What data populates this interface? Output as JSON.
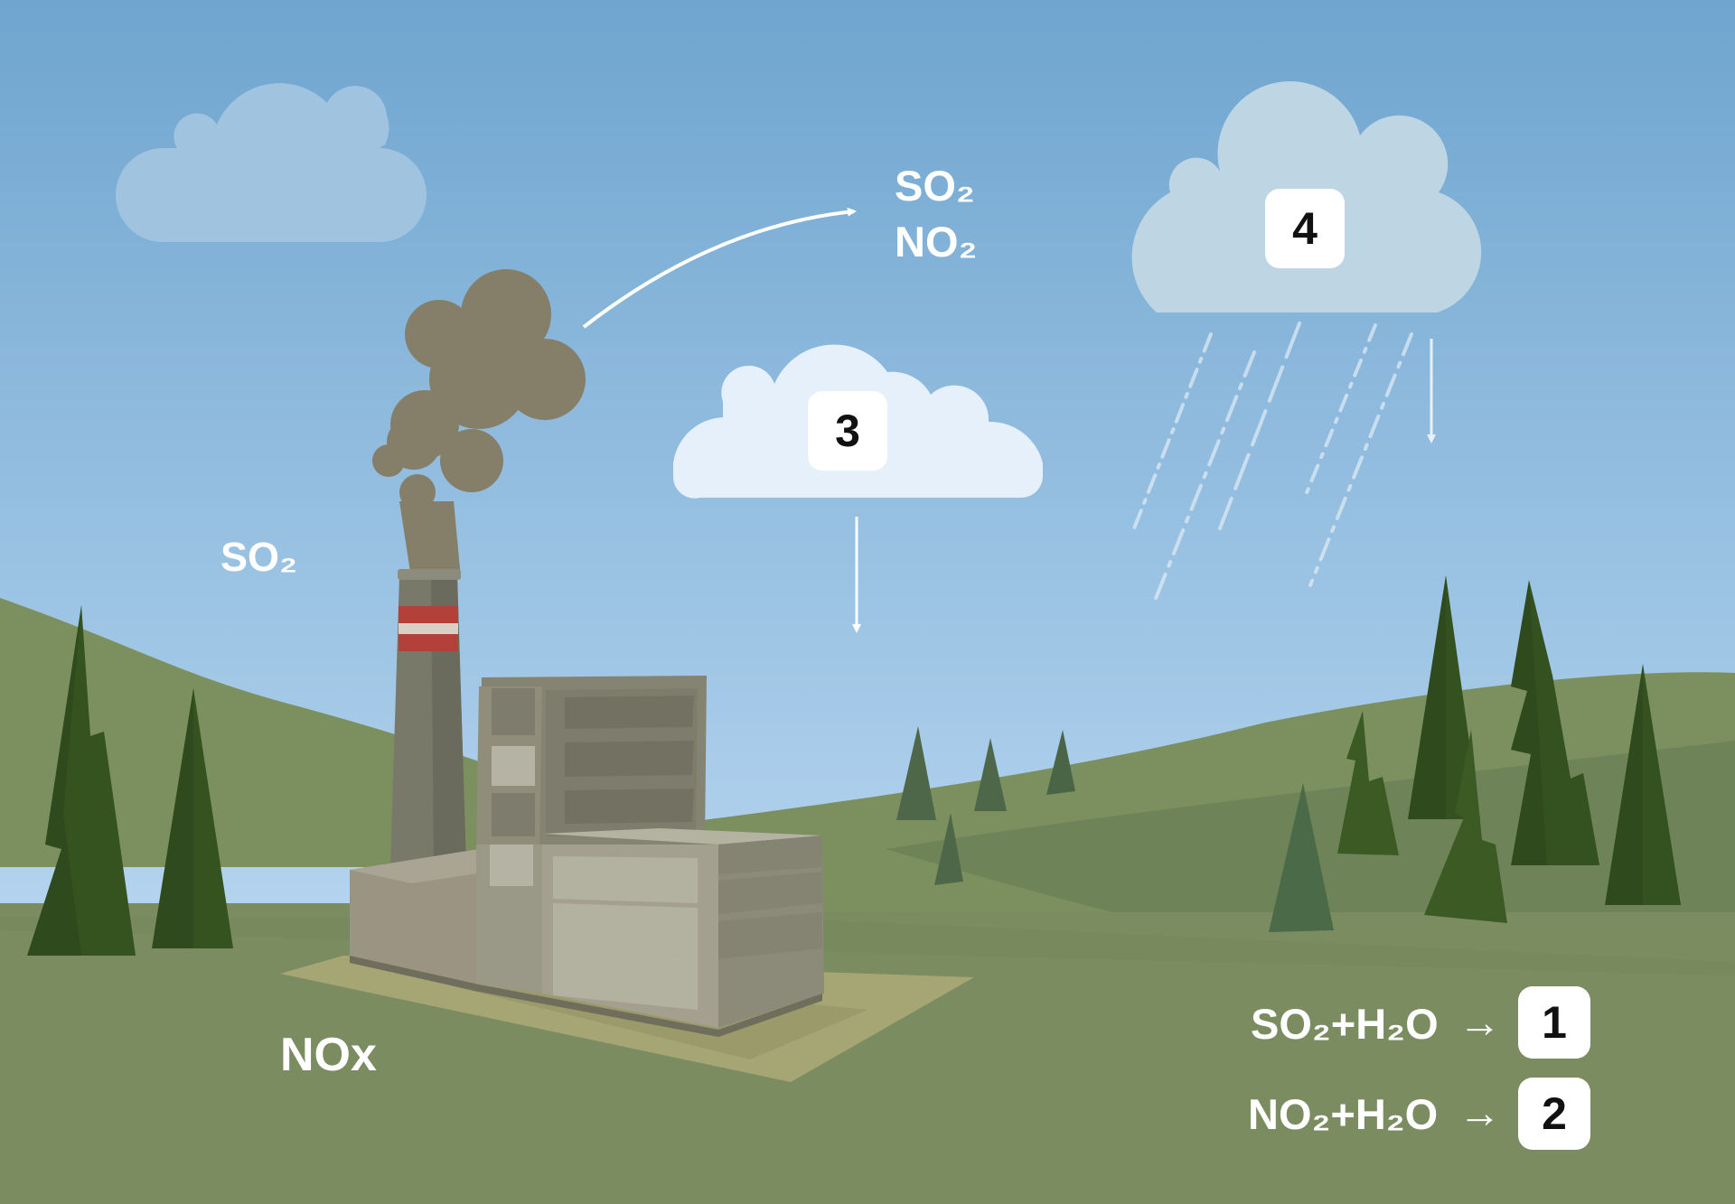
{
  "labels": {
    "so2_top": "SO₂",
    "no2_top": "NO₂",
    "so2_left": "SO₂",
    "nox": "NOx"
  },
  "equations": [
    {
      "reactants": "SO₂+H₂O",
      "arrow": "→",
      "product_badge": "1"
    },
    {
      "reactants": "NO₂+H₂O",
      "arrow": "→",
      "product_badge": "2"
    }
  ],
  "cloud_badges": {
    "white_cloud": "3",
    "rain_cloud": "4"
  },
  "colors": {
    "sky_top": "#6fa5cf",
    "sky_bottom": "#b3d3ee",
    "grass": "#7a8c60",
    "smoke": "#857f6a",
    "chimney_stripe": "#b4403a",
    "tree_dark": "#2f4a1c",
    "badge_bg": "#ffffff"
  }
}
